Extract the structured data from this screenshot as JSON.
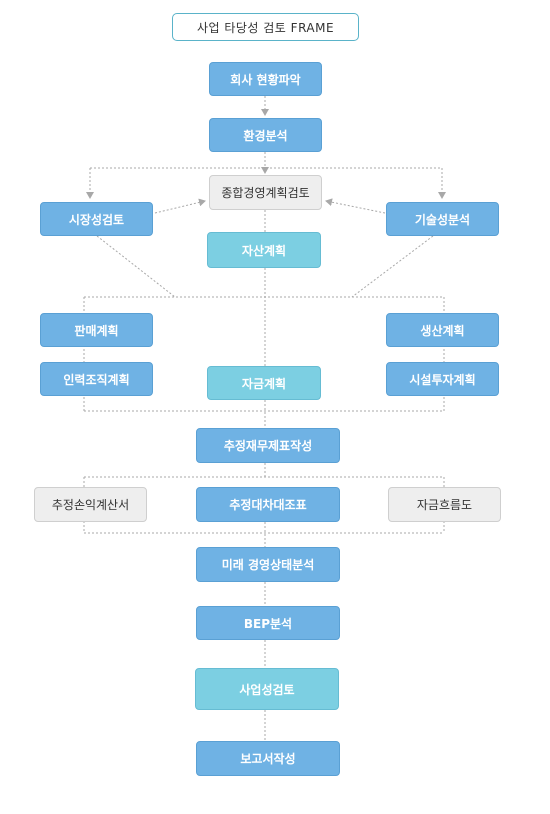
{
  "title": "사업 타당성 검토 FRAME",
  "nodes": {
    "company": "회사 현황파악",
    "environment": "환경분석",
    "overall_plan": "종합경영계획검토",
    "market": "시장성검토",
    "technology": "기술성분석",
    "asset_plan": "자산계획",
    "sales_plan": "판매계획",
    "production_plan": "생산계획",
    "hr_plan": "인력조직계획",
    "fund_plan": "자금계획",
    "facility_plan": "시설투자계획",
    "financial_statements": "추정재무제표작성",
    "income_statement": "추정손익계산서",
    "balance_sheet": "추정대차대조표",
    "cash_flow": "자금흐름도",
    "future_analysis": "미래 경영상태분석",
    "bep": "BEP분석",
    "feasibility": "사업성검토",
    "report": "보고서작성"
  },
  "colors": {
    "primary_box": "#6fb2e4",
    "secondary_box": "#7ccfe2",
    "neutral_box": "#eeeeee",
    "connector": "#a8a8a8"
  }
}
